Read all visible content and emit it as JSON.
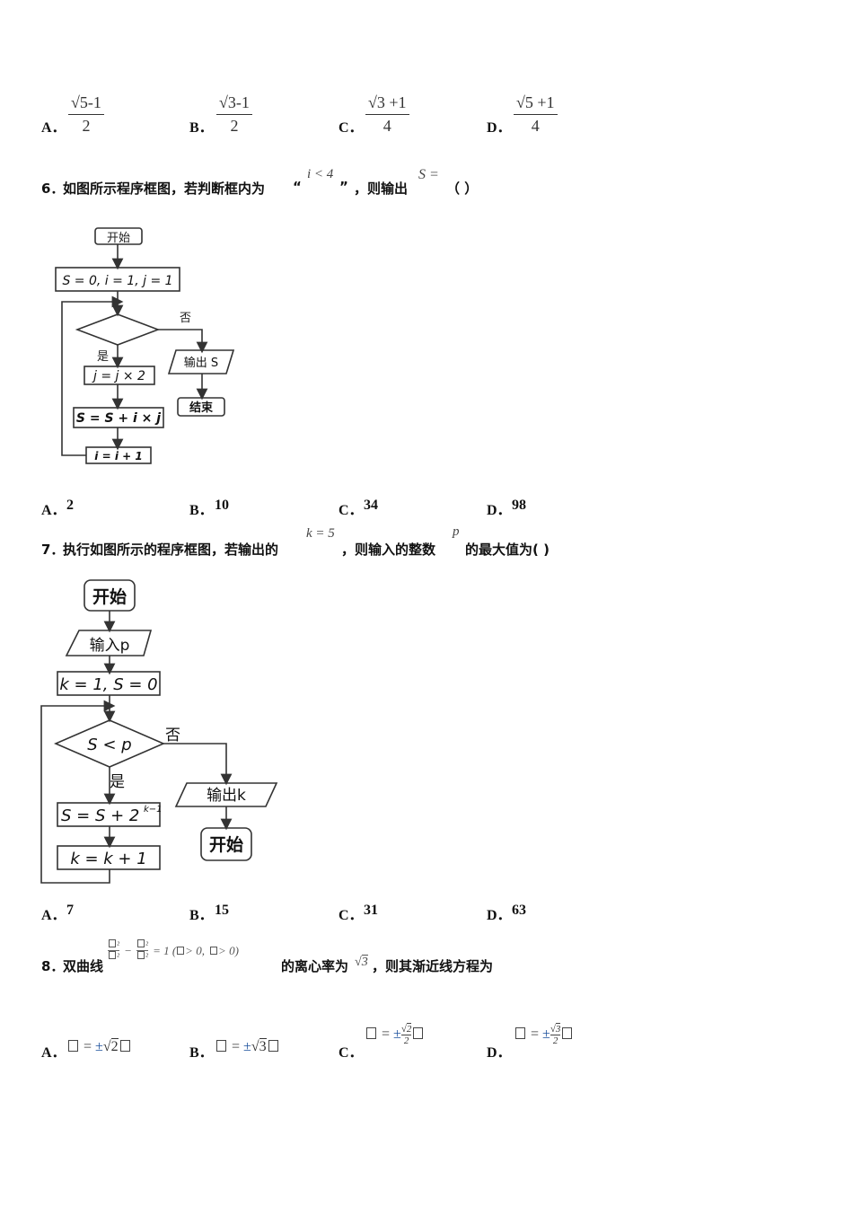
{
  "q5": {
    "options": [
      {
        "letter": "A．",
        "rad": "5",
        "tail": "-1",
        "den": "2"
      },
      {
        "letter": "B．",
        "rad": "3",
        "tail": "-1",
        "den": "2"
      },
      {
        "letter": "C．",
        "rad": "3",
        "tail": " +1",
        "den": "4"
      },
      {
        "letter": "D．",
        "rad": "5",
        "tail": " +1",
        "den": "4"
      }
    ]
  },
  "q6": {
    "num": "6．",
    "text1": "如图所示程序框图，若判断框内为",
    "quote_open": "“",
    "cond": "i < 4",
    "quote_close": "”",
    "text2": "，则输出",
    "math2": "S =",
    "paren": "（    ）",
    "flow": {
      "start": "开始",
      "init": "S = 0, i = 1, j = 1",
      "no": "否",
      "yes": "是",
      "step1": "j = j × 2",
      "step2": "S = S + i × j",
      "step3": "i = i + 1",
      "output": "输出 S",
      "end": "结束"
    },
    "options": [
      {
        "letter": "A．",
        "value": "2"
      },
      {
        "letter": "B．",
        "value": "10"
      },
      {
        "letter": "C．",
        "value": "34"
      },
      {
        "letter": "D．",
        "value": "98"
      }
    ]
  },
  "q7": {
    "num": "7．",
    "text1": "执行如图所示的程序框图，若输出的",
    "math1": "k = 5",
    "text2": "，则输入的整数",
    "math2": "p",
    "text3": "的最大值为(    )",
    "flow": {
      "start": "开始",
      "input": "输入p",
      "init": "k = 1, S = 0",
      "cond": "S < p",
      "no": "否",
      "yes": "是",
      "step1": "S = S + 2",
      "step1_exp": "k−1",
      "step2": "k = k + 1",
      "output": "输出k",
      "end": "开始"
    },
    "options": [
      {
        "letter": "A．",
        "value": "7"
      },
      {
        "letter": "B．",
        "value": "15"
      },
      {
        "letter": "C．",
        "value": "31"
      },
      {
        "letter": "D．",
        "value": "63"
      }
    ]
  },
  "q8": {
    "num": "8．",
    "text1": "双曲线",
    "eq_rest": "= 1 (",
    "eq_cond": "> 0,",
    "eq_cond2": "> 0)",
    "text2": "的离心率为",
    "ecc": "3",
    "text3": "，则其渐近线方程为",
    "options": [
      {
        "letter": "A．",
        "pm": "±",
        "rad": "2"
      },
      {
        "letter": "B．",
        "pm": "±",
        "rad": "3"
      },
      {
        "letter": "C．",
        "pm": "±",
        "rad": "2",
        "den": "2"
      },
      {
        "letter": "D．",
        "pm": "±",
        "rad": "3",
        "den": "2"
      }
    ]
  }
}
